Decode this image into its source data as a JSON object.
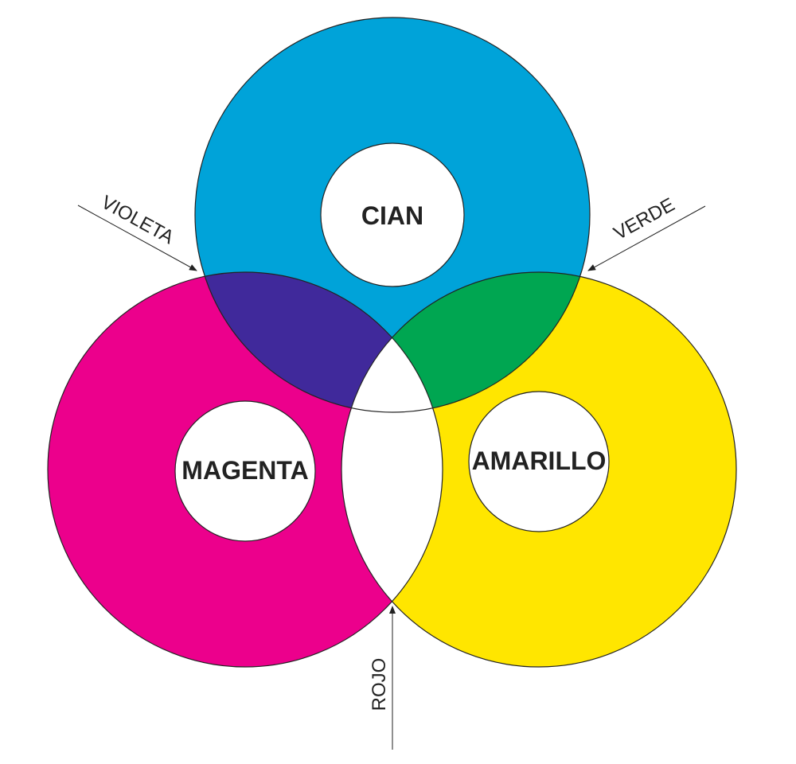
{
  "colors": {
    "cyan": "#00A3D9",
    "magenta": "#EC008C",
    "yellow": "#FFE600",
    "violet": "#40299B",
    "green": "#00A651",
    "white": "#FFFFFF",
    "outline": "#222222"
  },
  "circles": {
    "cyan": "CIAN",
    "magenta": "MAGENTA",
    "yellow": "AMARILLO"
  },
  "pointers": {
    "violet": "VIOLETA",
    "green": "VERDE",
    "red": "ROJO"
  }
}
